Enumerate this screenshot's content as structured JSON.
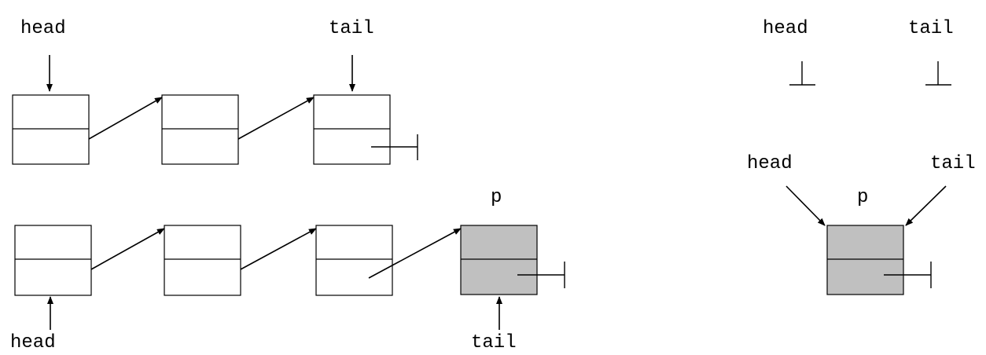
{
  "colors": {
    "node_fill": "#ffffff",
    "new_node_fill": "#c0c0c0",
    "stroke": "#000000"
  },
  "labels": {
    "top_head": "head",
    "top_tail": "tail",
    "bottom_p": "p",
    "bottom_head": "head",
    "bottom_tail": "tail",
    "right_top_head": "head",
    "right_top_tail": "tail",
    "right_head": "head",
    "right_tail": "tail",
    "right_p": "p"
  }
}
